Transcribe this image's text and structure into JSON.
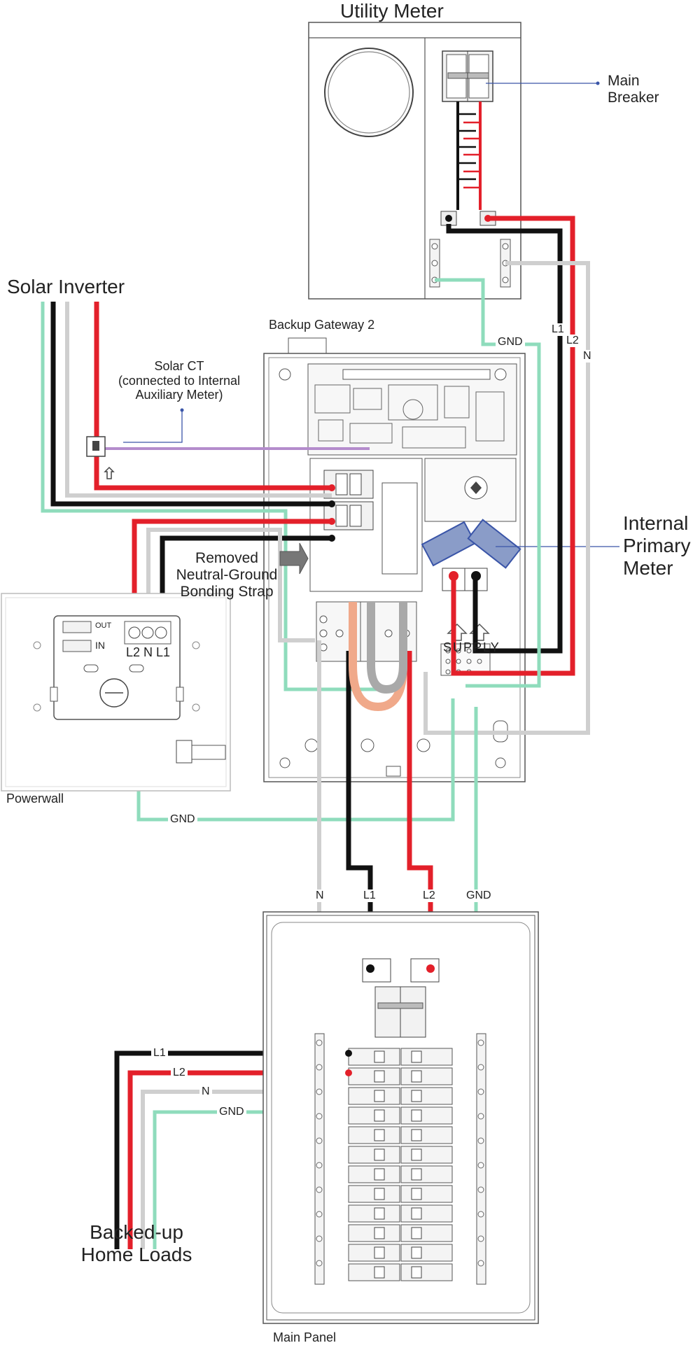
{
  "titles": {
    "utility_meter": "Utility Meter",
    "main_breaker": "Main\nBreaker",
    "solar_inverter": "Solar Inverter",
    "backup_gateway": "Backup Gateway 2",
    "solar_ct": "Solar CT\n(connected to Internal\nAuxiliary Meter)",
    "internal_primary_meter": "Internal\nPrimary\nMeter",
    "removed_bonding": "Removed\nNeutral-Ground\nBonding Strap",
    "powerwall": "Powerwall",
    "backed_up_loads": "Backed-up\nHome Loads",
    "main_panel": "Main Panel",
    "supply": "SUPPLY",
    "pw_out": "OUT",
    "pw_in": "IN",
    "pw_terminals": "L2 N L1"
  },
  "wire_labels": {
    "gnd_top": "GND",
    "l1_top": "L1",
    "l2_top": "L2",
    "n_top": "N",
    "gnd_pw": "GND",
    "n_bottom": "N",
    "l1_bottom": "L1",
    "l2_bottom": "L2",
    "gnd_bottom": "GND",
    "l1_loads": "L1",
    "l2_loads": "L2",
    "n_loads": "N",
    "gnd_loads": "GND"
  },
  "colors": {
    "line1": "#111111",
    "line2": "#e3202a",
    "neutral": "#cfcfcf",
    "ground": "#8fdcbc",
    "ct_signal": "#b48ccc",
    "annotation": "#3a55a8",
    "meter_blue": "#8a9cc8",
    "strap_copper": "#f0a98a",
    "strap_gray": "#a9a9a9",
    "enclosure": "#555555"
  }
}
